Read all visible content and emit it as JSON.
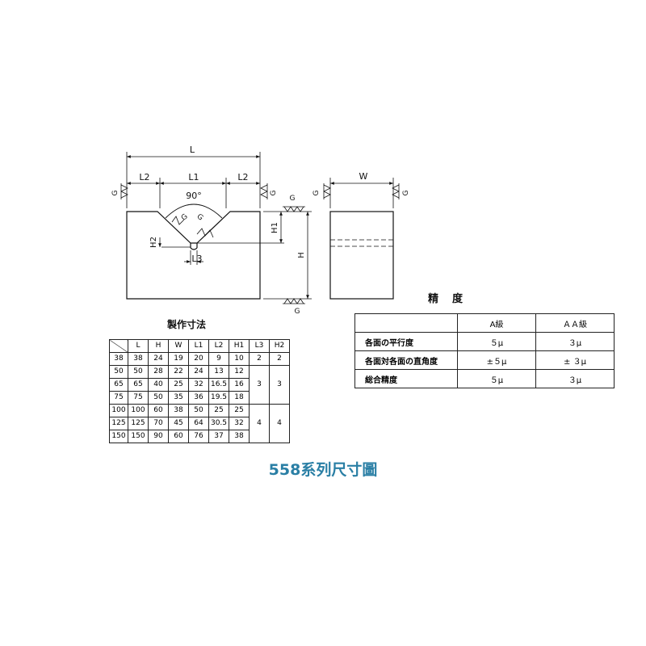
{
  "front_view": {
    "dim_L": "L",
    "dim_L1": "L1",
    "dim_L2_left": "L2",
    "dim_L2_right": "L2",
    "angle": "90°",
    "dim_H1": "H1",
    "dim_H": "H",
    "dim_H2": "H2",
    "dim_L3": "L3",
    "g_marks": [
      "G",
      "G",
      "G",
      "G",
      "G",
      "G"
    ]
  },
  "side_view": {
    "dim_W": "W",
    "g_marks": [
      "G",
      "G"
    ]
  },
  "dimension_table": {
    "title": "製作寸法",
    "headers": [
      "L",
      "H",
      "W",
      "L1",
      "L2",
      "H1",
      "L3",
      "H2"
    ],
    "rows": [
      [
        "38",
        "38",
        "24",
        "19",
        "20",
        "9",
        "10"
      ],
      [
        "50",
        "50",
        "28",
        "22",
        "24",
        "13",
        "12"
      ],
      [
        "65",
        "65",
        "40",
        "25",
        "32",
        "16.5",
        "16"
      ],
      [
        "75",
        "75",
        "50",
        "35",
        "36",
        "19.5",
        "18"
      ],
      [
        "100",
        "100",
        "60",
        "38",
        "50",
        "25",
        "25"
      ],
      [
        "125",
        "125",
        "70",
        "45",
        "64",
        "30.5",
        "32"
      ],
      [
        "150",
        "150",
        "90",
        "60",
        "76",
        "37",
        "38"
      ]
    ],
    "l3_h2": [
      {
        "l3": "2",
        "h2": "2"
      },
      {
        "l3": "3",
        "h2": "3"
      },
      {
        "l3": "4",
        "h2": "4"
      }
    ]
  },
  "precision_table": {
    "title": "精　度",
    "headers": [
      "A級",
      "ＡＡ級"
    ],
    "rows": [
      {
        "label": "各面の平行度",
        "a": "５μ",
        "aa": "３μ"
      },
      {
        "label": "各面対各面の直角度",
        "a": "±５μ",
        "aa": "± ３μ"
      },
      {
        "label": "総合精度",
        "a": "５μ",
        "aa": "３μ"
      }
    ]
  },
  "caption": "558系列尺寸圖"
}
